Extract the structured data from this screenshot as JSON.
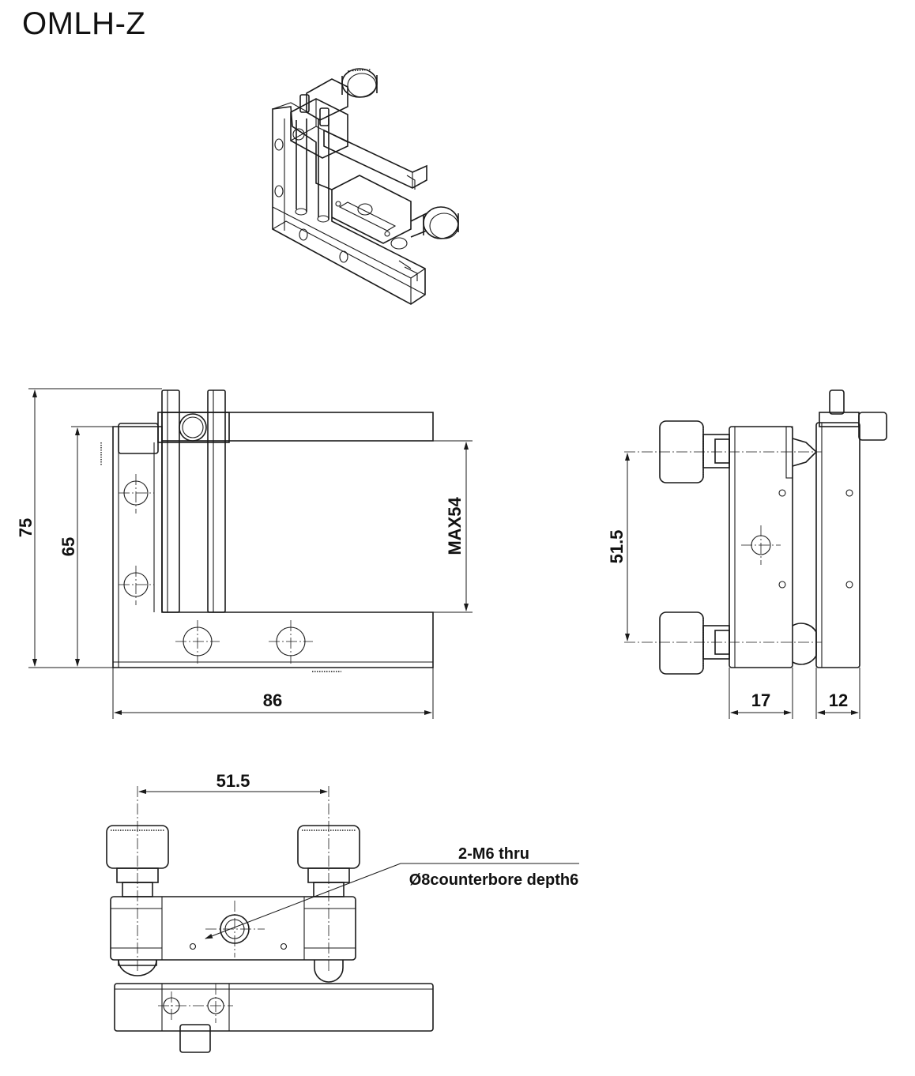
{
  "title": "OMLH-Z",
  "dimensions": {
    "height_overall": "75",
    "height_frame": "65",
    "max_opening": "MAX54",
    "width_base": "86",
    "knob_spacing_side": "51.5",
    "side_width_a": "17",
    "side_width_b": "12",
    "knob_spacing_bottom": "51.5"
  },
  "note": {
    "line1": "2-M6 thru",
    "line2": "Ø8counterbore depth6"
  }
}
